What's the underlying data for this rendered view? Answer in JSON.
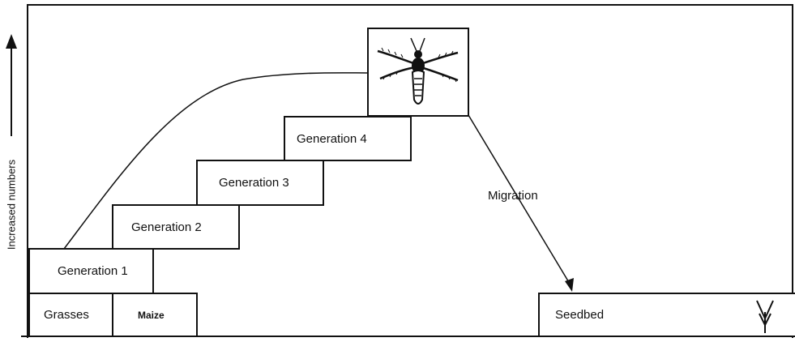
{
  "y_axis": {
    "label": "Increased numbers"
  },
  "boxes": {
    "grasses": "Grasses",
    "maize": "Maize",
    "generation_1": "Generation 1",
    "generation_2": "Generation 2",
    "generation_3": "Generation 3",
    "generation_4": "Generation 4",
    "seedbed": "Seedbed"
  },
  "arrow": {
    "label": "Migration"
  },
  "icons": {
    "insect": "thrips-insect-icon",
    "seedling": "seedling-icon"
  }
}
